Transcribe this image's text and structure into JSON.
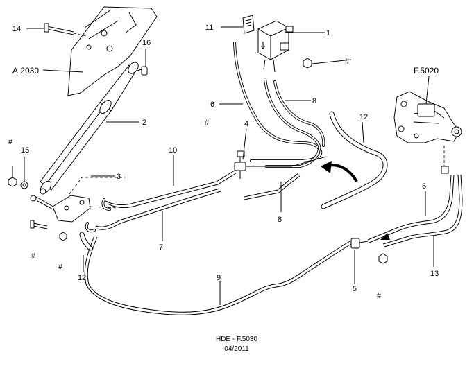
{
  "callouts": {
    "c1": "1",
    "c2": "2",
    "c3": "3",
    "c4": "4",
    "c5": "5",
    "c6a": "6",
    "c6b": "6",
    "c7": "7",
    "c8a": "8",
    "c8b": "8",
    "c9": "9",
    "c10": "10",
    "c11": "11",
    "c12a": "12",
    "c12b": "12",
    "c13": "13",
    "c14": "14",
    "c15": "15",
    "c16": "16",
    "ref_a2030": "A.2030",
    "ref_f5020": "F.5020",
    "hash": "#"
  },
  "footer": {
    "code": "HDE - F.5030",
    "date": "04/2011"
  }
}
